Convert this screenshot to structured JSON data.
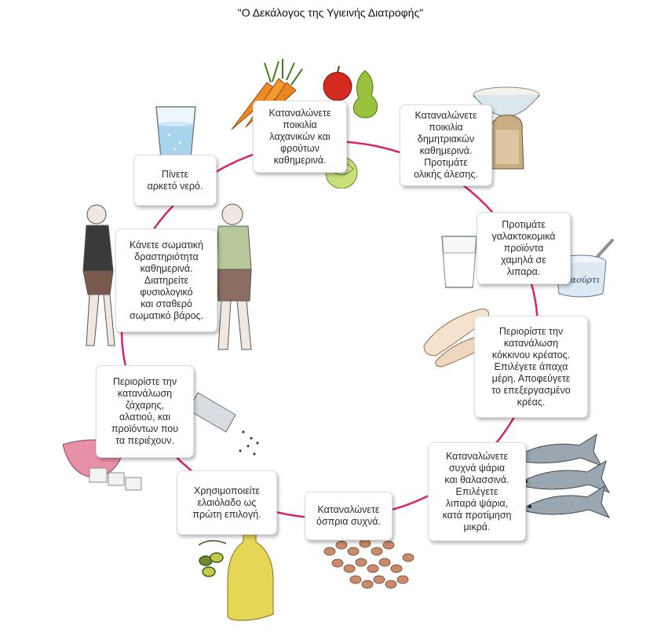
{
  "title": "\"Ο Δεκάλογος της Υγιεινής Διατροφής\"",
  "colors": {
    "ring": "#d6246e",
    "card_border": "#d9dde0",
    "text": "#2b2b2b"
  },
  "steps": [
    {
      "text": "Καταναλώνετε\nποικιλία\nλαχανικών και\nφρούτων\nκαθημερινά.",
      "icon": "vegetables-fruits-icon"
    },
    {
      "text": "Καταναλώνετε\nποικιλία\nδημητριακών\nκαθημερινά.\nΠροτιμάτε\nολικής άλεσης.",
      "icon": "bread-flour-icon"
    },
    {
      "text": "Προτιμάτε\nγαλακτοκομικά\nπροϊόντα\nχαμηλά σε\nλιπαρα.",
      "icon": "milk-yogurt-icon"
    },
    {
      "text": "Περιορίστε την\nκατανάλωση\nκόκκινου κρέατος.\nΕπιλέγετε άπαχα\nμέρη. Αποφεύγετε\nτο επεξεργασμένο\nκρέας.",
      "icon": "meat-icon"
    },
    {
      "text": "Καταναλώνετε\nσυχνά ψάρια\nκαι θαλασσινά.\nΕπιλέγετε\nλιπαρά ψάρια,\nκατά προτίμηση\nμικρά.",
      "icon": "fish-icon"
    },
    {
      "text": "Καταναλώνετε\nόσπρια συχνά.",
      "icon": "legumes-icon"
    },
    {
      "text": "Χρησιμοποιείτε\nελαιόλαδο ως\nπρώτη επιλογή.",
      "icon": "olive-oil-icon"
    },
    {
      "text": "Περιορίστε την\nκατανάλωση\nζάχαρης,\nαλατιού, και\nπροϊόντων που\nτα περιέχουν.",
      "icon": "salt-sugar-icon"
    },
    {
      "text": "Κάνετε σωματική\nδραστηριότητα\nκαθημερινά.\nΔιατηρείτε\nφυσιολογικό\nκαι σταθερό\nσωματικό βάρος.",
      "icon": "runners-icon"
    },
    {
      "text": "Πίνετε\nαρκετό νερό.",
      "icon": "water-glass-icon"
    }
  ],
  "labels": {
    "yogurt_jar": "γιαούρτι"
  }
}
